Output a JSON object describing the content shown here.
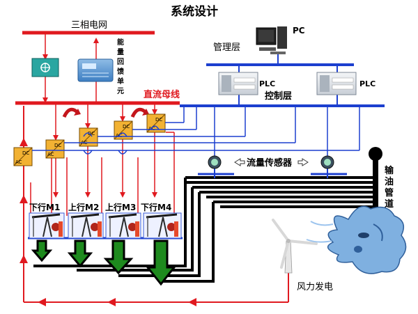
{
  "title": "系统设计",
  "grid_label": "三相电网",
  "regen_unit_label": [
    "能",
    "量",
    "回",
    "馈",
    "单",
    "元"
  ],
  "dc_bus_label": "直流母线",
  "management_label": "管理层",
  "pc_label": "PC",
  "control_label": "控制层",
  "plc_labels": [
    "PLC",
    "PLC"
  ],
  "converter_text": [
    "DC",
    "AC"
  ],
  "flow_sensor_label": "流量传感器",
  "pipeline_label": [
    "输",
    "油",
    "管",
    "道"
  ],
  "wells": [
    "下行M1",
    "上行M2",
    "上行M3",
    "下行M4"
  ],
  "wind_label": "风力发电",
  "colors": {
    "power_line": "#e0191f",
    "control_line": "#1c3fcf",
    "oil_line": "#000000",
    "converter_fill": "#f2b233",
    "arrow_fill": "#1e8a1e",
    "cooler_fill": "#2aa6a1"
  },
  "icons": [
    "transformer-icon",
    "regen-unit-icon",
    "pc-icon",
    "plc-icon",
    "flow-sensor-icon",
    "pumpjack-icon",
    "wind-turbine-icon",
    "wind-face-icon"
  ]
}
